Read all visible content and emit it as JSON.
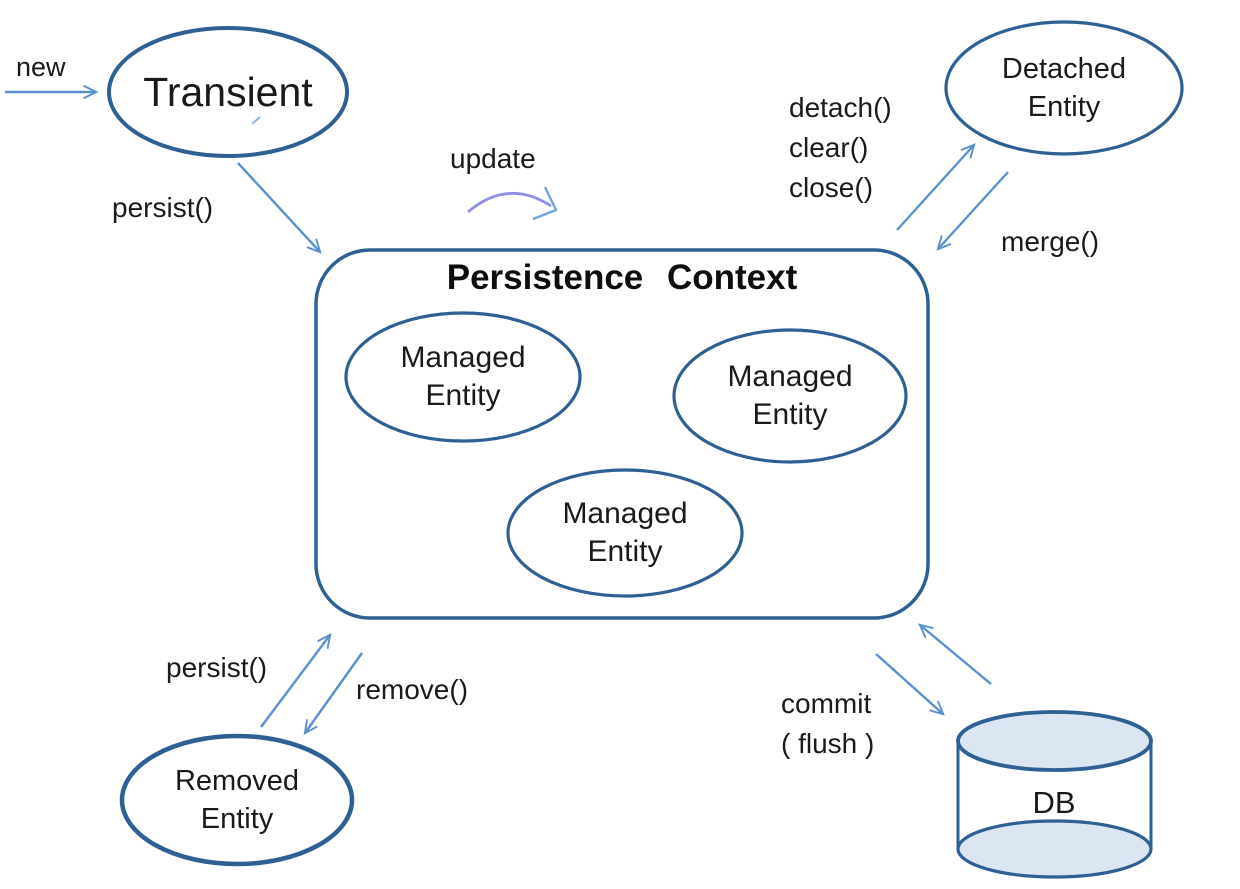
{
  "colors": {
    "shape_border": "#2e6093",
    "arrow": "#5b90ce",
    "update_arrow": "#9090e8",
    "update_arrowhead": "#74a3dd",
    "db_fill": "#dce6f2",
    "text": "#1a1a1a"
  },
  "nodes": {
    "transient": {
      "label": "Transient"
    },
    "detached": {
      "line1": "Detached",
      "line2": "Entity"
    },
    "persistence_context": {
      "title": "Persistence Context"
    },
    "managed1": {
      "line1": "Managed",
      "line2": "Entity"
    },
    "managed2": {
      "line1": "Managed",
      "line2": "Entity"
    },
    "managed3": {
      "line1": "Managed",
      "line2": "Entity"
    },
    "removed": {
      "line1": "Removed",
      "line2": "Entity"
    },
    "db": {
      "label": "DB"
    }
  },
  "edges": {
    "new": {
      "label": "new"
    },
    "persist_top": {
      "label": "persist()"
    },
    "update": {
      "label": "update"
    },
    "detach": {
      "line1": "detach()",
      "line2": "clear()",
      "line3": "close()"
    },
    "merge": {
      "label": "merge()"
    },
    "persist_bottom": {
      "label": "persist()"
    },
    "remove": {
      "label": "remove()"
    },
    "commit": {
      "line1": "commit",
      "line2": "( flush )"
    }
  }
}
